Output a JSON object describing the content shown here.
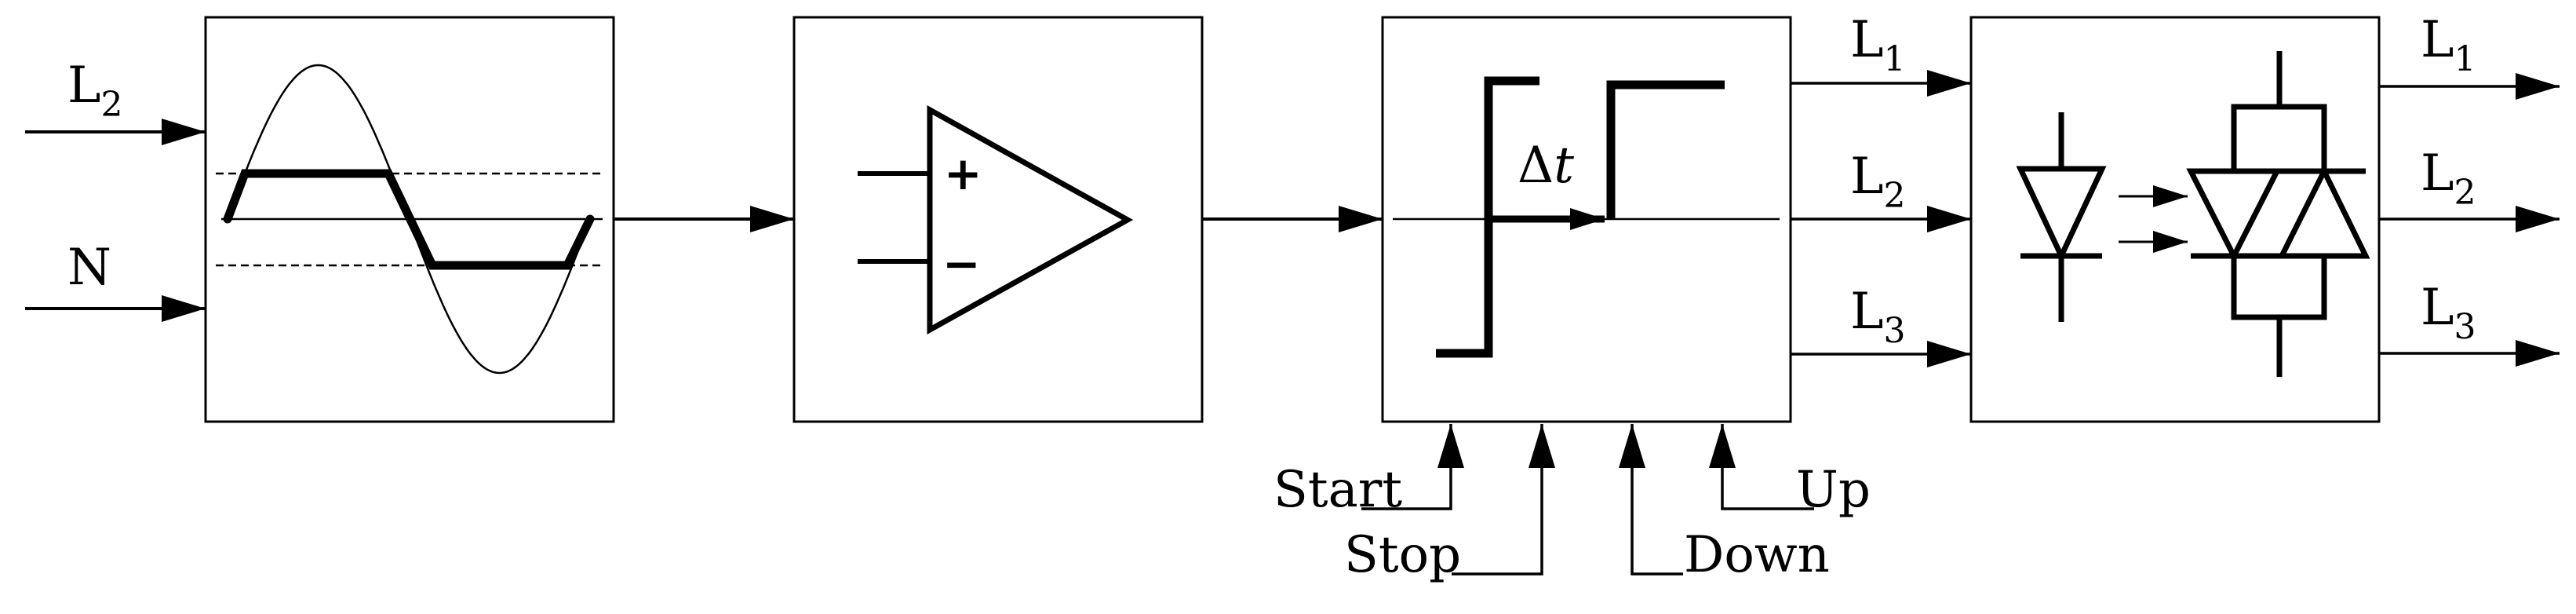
{
  "inputs": {
    "l2": {
      "letter": "L",
      "sub": "2"
    },
    "n": "N"
  },
  "comparator": {
    "plus": "+",
    "minus": "−"
  },
  "delay": {
    "delta": "Δ",
    "t": "t"
  },
  "controls": {
    "start": "Start",
    "stop": "Stop",
    "down": "Down",
    "up": "Up"
  },
  "mid_phases": [
    {
      "letter": "L",
      "sub": "1"
    },
    {
      "letter": "L",
      "sub": "2"
    },
    {
      "letter": "L",
      "sub": "3"
    }
  ],
  "out_phases": [
    {
      "letter": "L",
      "sub": "1"
    },
    {
      "letter": "L",
      "sub": "2"
    },
    {
      "letter": "L",
      "sub": "3"
    }
  ]
}
